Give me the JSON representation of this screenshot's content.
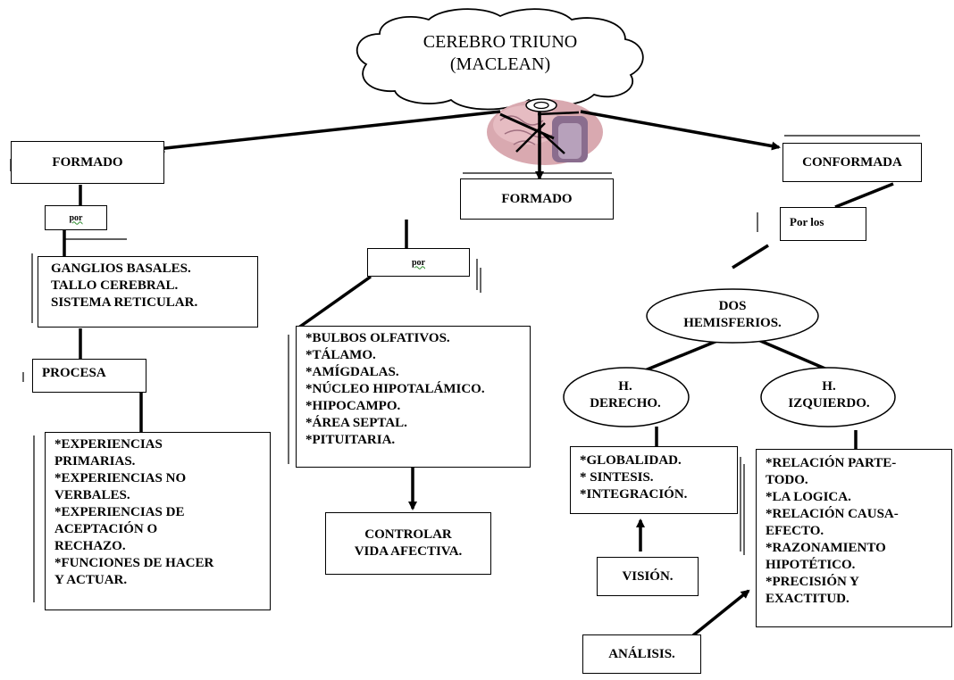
{
  "title": {
    "line1": "CEREBRO TRIUNO",
    "line2": "(MACLEAN)"
  },
  "left": {
    "formado": "FORMADO",
    "por": "por",
    "parts": [
      "GANGLIOS BASALES.",
      "TALLO CEREBRAL.",
      "SISTEMA RETICULAR."
    ],
    "procesa": "PROCESA",
    "experiences": [
      "*EXPERIENCIAS",
      "PRIMARIAS.",
      "*EXPERIENCIAS NO",
      "VERBALES.",
      "*EXPERIENCIAS DE",
      "ACEPTACIÓN O",
      "RECHAZO.",
      "*FUNCIONES DE HACER",
      "Y ACTUAR."
    ]
  },
  "middle": {
    "formado": "FORMADO",
    "por": "por",
    "parts": [
      "*BULBOS OLFATIVOS.",
      "*TÁLAMO.",
      "*AMÍGDALAS.",
      "*NÚCLEO HIPOTALÁMICO.",
      "*HIPOCAMPO.",
      "*ÁREA SEPTAL.",
      "*PITUITARIA."
    ],
    "control": [
      "CONTROLAR",
      "VIDA AFECTIVA."
    ]
  },
  "right": {
    "conformada": "CONFORMADA",
    "porlos": "Por los",
    "hemispheres": [
      "DOS",
      "HEMISFERIOS."
    ],
    "derecho": [
      "H.",
      "DERECHO."
    ],
    "izquierdo": [
      "H.",
      "IZQUIERDO."
    ],
    "derecho_traits": [
      "*GLOBALIDAD.",
      "* SINTESIS.",
      "*INTEGRACIÓN."
    ],
    "izquierdo_traits": [
      "*RELACIÓN PARTE-",
      "TODO.",
      "*LA LOGICA.",
      "*RELACIÓN CAUSA-",
      "EFECTO.",
      "*RAZONAMIENTO",
      "HIPOTÉTICO.",
      "*PRECISIÓN Y",
      "EXACTITUD."
    ],
    "vision": "VISIÓN.",
    "analisis": "ANÁLISIS."
  },
  "colors": {
    "stroke": "#000000",
    "brain_pink": "#d9a9b0",
    "brain_purple": "#8a6d8e",
    "wavy_underline": "#2a8a2a"
  }
}
